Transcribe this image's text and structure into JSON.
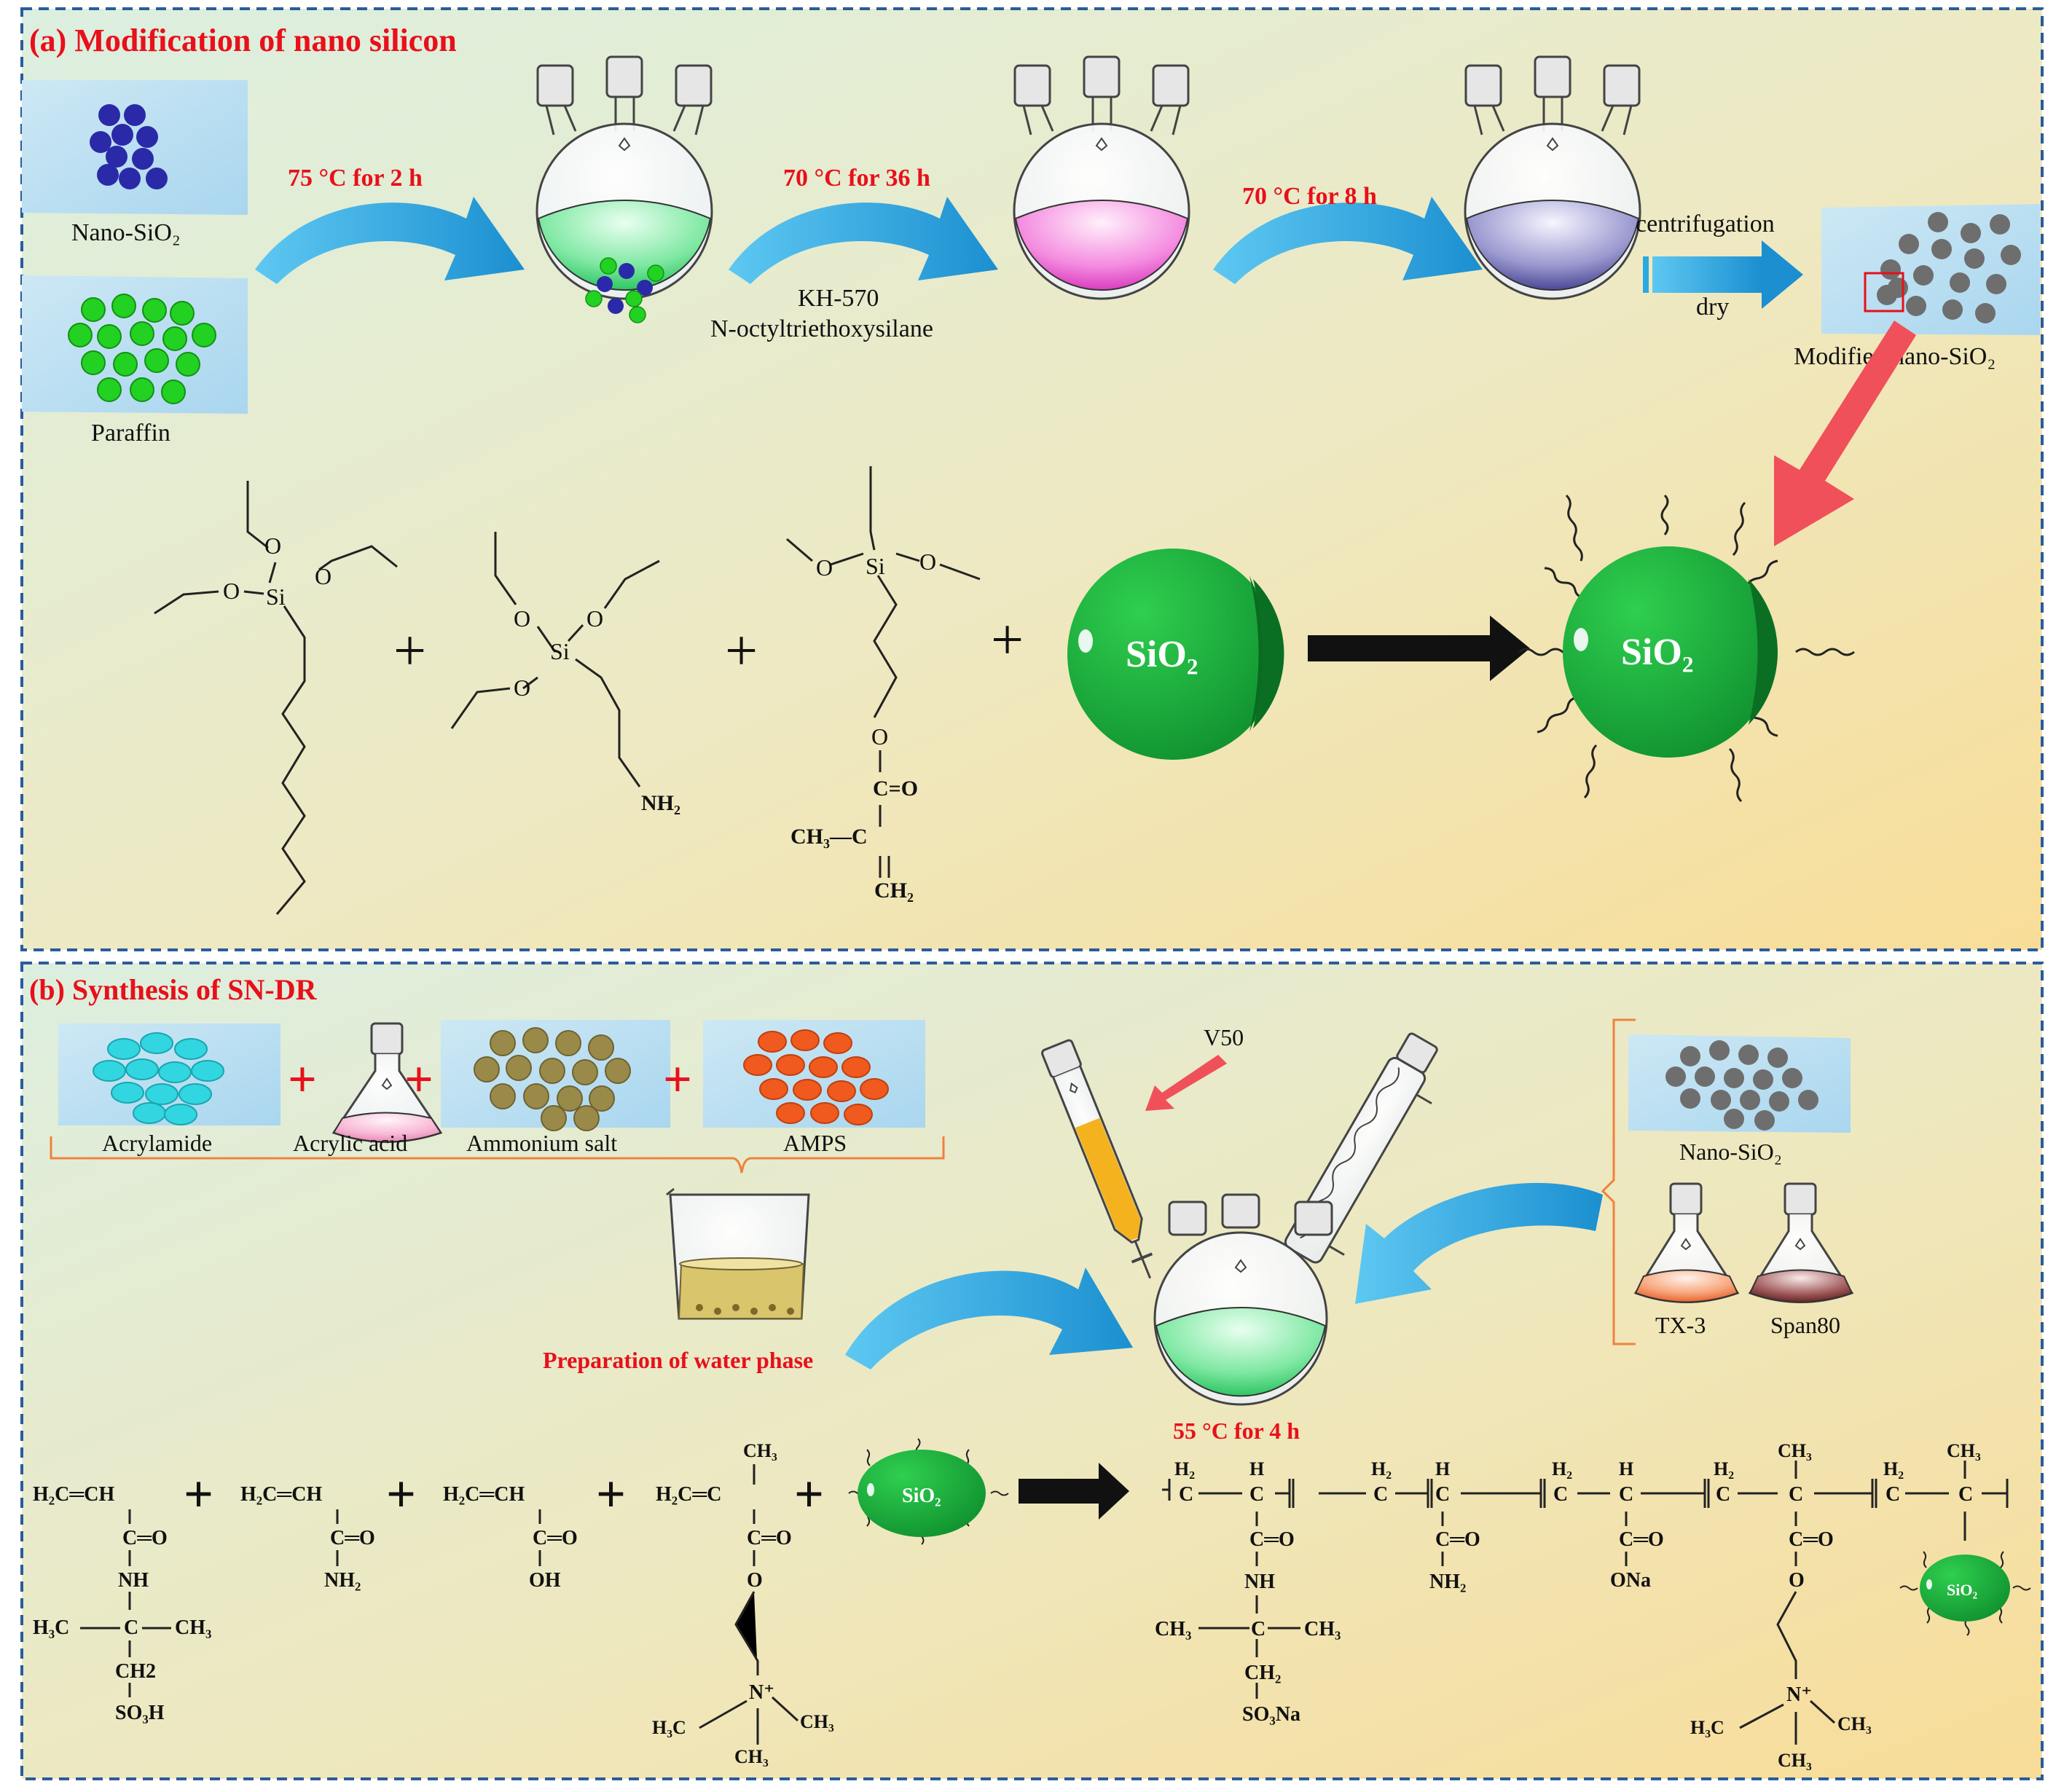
{
  "panel_a": {
    "title": "(a) Modification of nano silicon",
    "label_nano_sio2": "Nano-SiO₂",
    "label_paraffin": "Paraffin",
    "step1_condition": "75 °C for 2 h",
    "step2_condition": "70 °C for 36 h",
    "step2_reagent1": "KH-570",
    "step2_reagent2": "N-octyltriethoxysilane",
    "step3_condition": "70 °C for 8 h",
    "step4_label1": "centrifugation",
    "step4_label2": "dry",
    "label_modified": "Modified nano-SiO₂",
    "sphere_label": "SiO₂",
    "chem": {
      "si": "Si",
      "o": "O",
      "nh2": "NH₂",
      "c_eq_o": "C=O",
      "ch3_c": "CH₃—C",
      "ch2": "CH₂",
      "plus": "+"
    },
    "colors": {
      "title": "#e8101a",
      "arrow_blue": "#29a9e0",
      "arrow_pink": "#f0505a",
      "sphere_green": "#16a83a",
      "bg_top": "#dfeedd",
      "bg_bottom": "#f7e2a6"
    }
  },
  "panel_b": {
    "title": "(b) Synthesis of SN-DR",
    "label_acrylamide": "Acrylamide",
    "label_acrylic": "Acrylic acid",
    "label_ammonium": "Ammonium salt",
    "label_amps": "AMPS",
    "label_v50": "V50",
    "label_water_phase": "Preparation of water phase",
    "label_condition": "55 °C for 4 h",
    "label_nano_sio2": "Nano-SiO₂",
    "label_tx3": "TX-3",
    "label_span80": "Span80",
    "sphere_label": "SiO₂",
    "chem": {
      "h2c_ch": "H₂C═CH",
      "h2c_c": "H₂C═C",
      "c_eq_o": "C═O",
      "nh": "NH",
      "nh2": "NH₂",
      "oh": "OH",
      "o": "O",
      "ona": "ONa",
      "ch3": "CH₃",
      "h3c": "H₃C",
      "c": "C",
      "h": "H",
      "h2": "H₂",
      "ch2": "CH2",
      "ch2_sub": "CH₂",
      "so3h": "SO₃H",
      "so3na": "SO₃Na",
      "n_plus": "N⁺",
      "plus": "+"
    },
    "colors": {
      "title": "#e8101a",
      "acrylamide": "#32d6e0",
      "ammonium": "#9a8a4a",
      "amps": "#f05a1e",
      "nano": "#6b6b6b"
    }
  }
}
